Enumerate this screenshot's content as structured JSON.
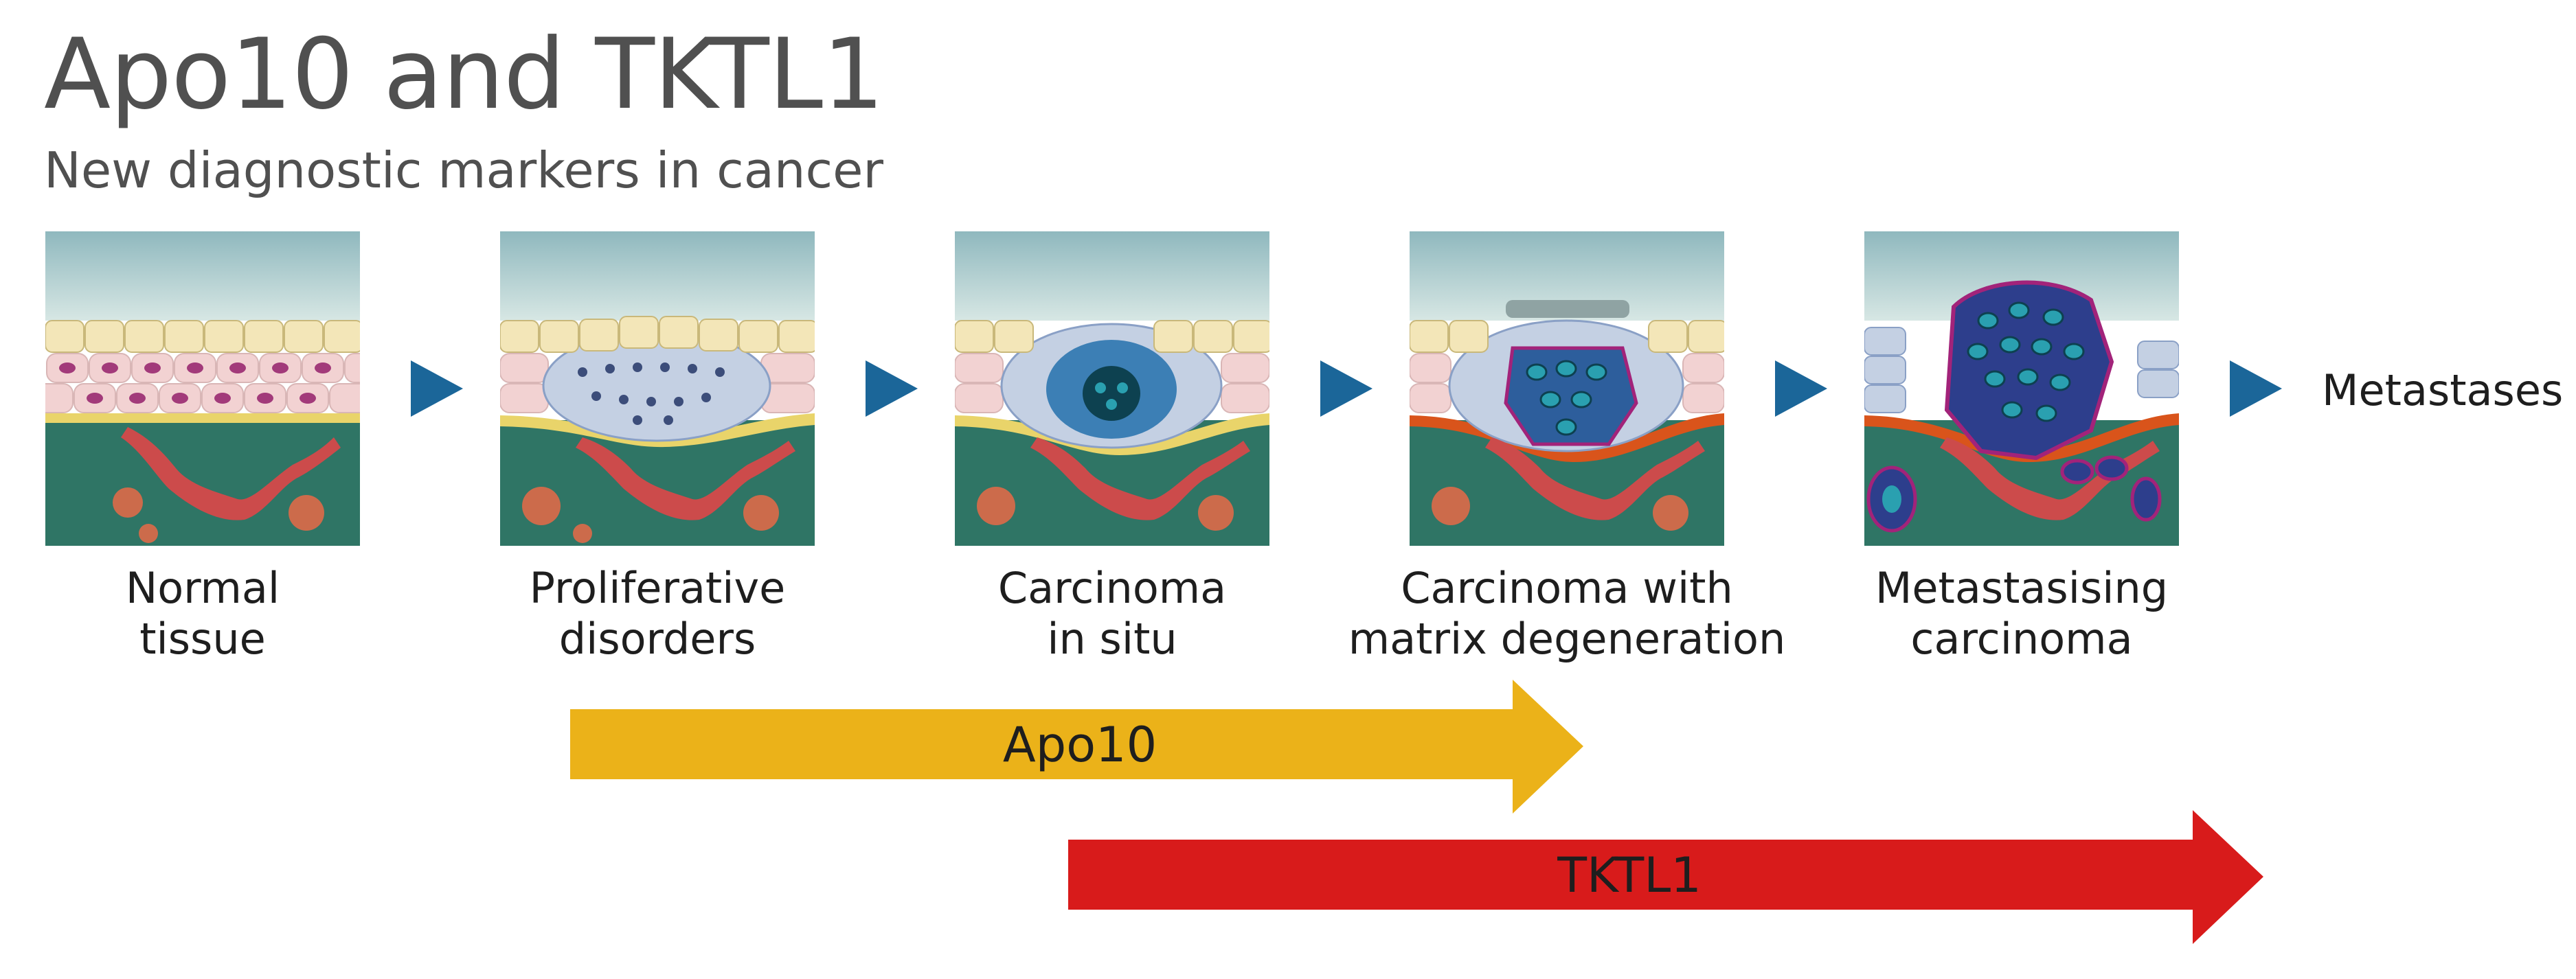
{
  "title": "Apo10 and TKTL1",
  "subtitle": "New diagnostic markers in cancer",
  "stages": [
    {
      "line1": "Normal",
      "line2": "tissue"
    },
    {
      "line1": "Proliferative",
      "line2": "disorders"
    },
    {
      "line1": "Carcinoma",
      "line2": "in situ"
    },
    {
      "line1": "Carcinoma with",
      "line2": "matrix degeneration"
    },
    {
      "line1": "Metastasising",
      "line2": "carcinoma"
    }
  ],
  "final_stage": "Metastases",
  "markers": [
    {
      "name": "Apo10",
      "color": "#ebb219"
    },
    {
      "name": "TKTL1",
      "color": "#d81b1b"
    }
  ],
  "colors": {
    "title": "#505050",
    "chevron": "#1b6699",
    "sky": "#9fc1c6",
    "stroma": "#2f7565",
    "vessel": "#cc4b4b"
  },
  "icons": [
    "chevron-right-icon"
  ]
}
